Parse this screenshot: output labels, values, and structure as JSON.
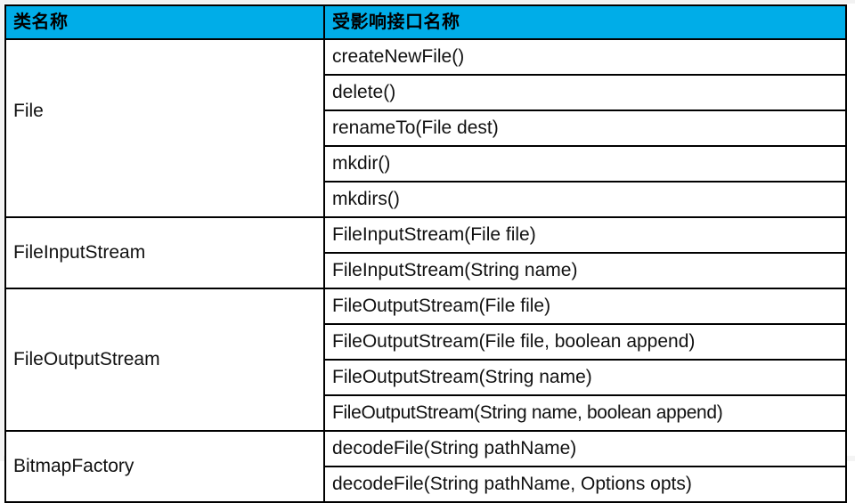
{
  "document": {
    "type": "table",
    "title_header_fill": "#00ADE8",
    "border_color": "#000000",
    "background": "#FFFFFF"
  },
  "table": {
    "headers": {
      "class_name": "类名称",
      "affected_api": "受影响接口名称"
    },
    "groups": [
      {
        "class_name": "File",
        "apis": [
          "createNewFile()",
          "delete()",
          "renameTo(File dest)",
          "mkdir()",
          "mkdirs()"
        ]
      },
      {
        "class_name": "FileInputStream",
        "apis": [
          "FileInputStream(File file)",
          "FileInputStream(String name)"
        ]
      },
      {
        "class_name": "FileOutputStream",
        "apis": [
          "FileOutputStream(File file)",
          "FileOutputStream(File file, boolean append)",
          "FileOutputStream(String name)",
          "FileOutputStream(String name, boolean append)"
        ]
      },
      {
        "class_name": "BitmapFactory",
        "apis": [
          "decodeFile(String pathName)",
          "decodeFile(String pathName, Options opts)"
        ]
      }
    ]
  }
}
